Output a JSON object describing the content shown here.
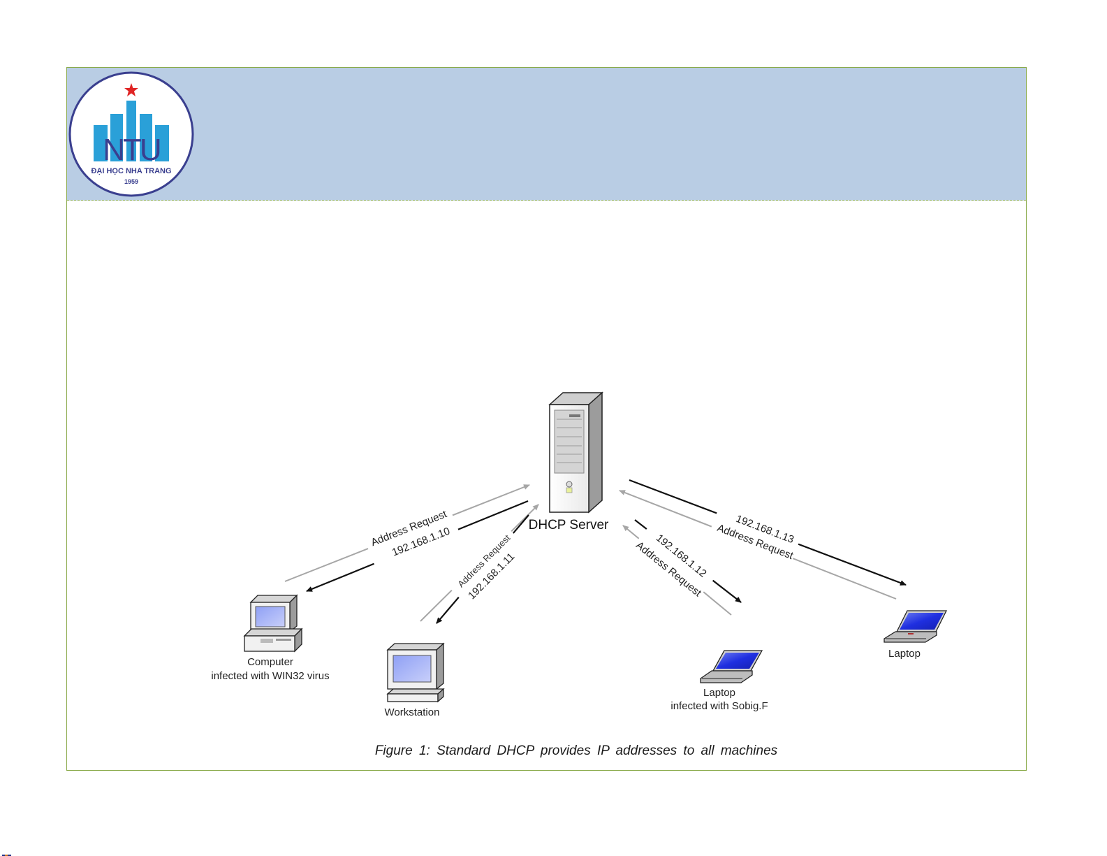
{
  "header": {
    "logo": {
      "acronym": "NTU",
      "name": "ĐẠI HỌC NHA TRANG",
      "year": "1959",
      "colors": {
        "ring": "#3a3f8f",
        "bars": "#2aa0d8",
        "star": "#e02424",
        "text": "#3a3f8f"
      }
    },
    "background": "#b9cde4",
    "border": "#8aaa4a"
  },
  "diagram": {
    "server": {
      "label": "DHCP Server"
    },
    "nodes": [
      {
        "id": "computer",
        "label_line1": "Computer",
        "label_line2": "infected with WIN32 virus"
      },
      {
        "id": "workstation",
        "label_line1": "Workstation"
      },
      {
        "id": "laptop-sobig",
        "label_line1": "Laptop",
        "label_line2": "infected with Sobig.F"
      },
      {
        "id": "laptop",
        "label_line1": "Laptop"
      }
    ],
    "links": [
      {
        "to": "computer",
        "request": "Address Request",
        "reply": "192.168.1.10"
      },
      {
        "to": "workstation",
        "request": "Address Request",
        "reply": "192.168.1.11"
      },
      {
        "to": "laptop-sobig",
        "request": "Address Request",
        "reply": "192.168.1.12"
      },
      {
        "to": "laptop",
        "request": "Address Request",
        "reply": "192.168.1.13"
      }
    ],
    "colors": {
      "request_arrow": "#a6a6a6",
      "reply_arrow": "#111111",
      "screen": "#1f2fe0"
    }
  },
  "caption": "Figure 1: Standard DHCP provides IP addresses to all machines"
}
